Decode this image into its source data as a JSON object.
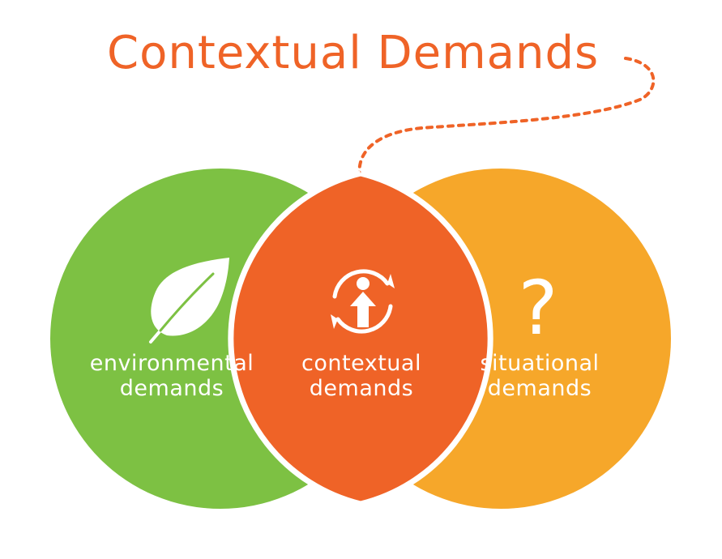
{
  "title": "Contextual Demands",
  "sets": [
    {
      "id": "environmental",
      "label_lines": [
        "environmental",
        "demands"
      ],
      "icon": "leaf-icon",
      "color": "#7dc143"
    },
    {
      "id": "contextual",
      "label_lines": [
        "contextual",
        "demands"
      ],
      "icon": "person-cycle-icon",
      "color": "#ef6327"
    },
    {
      "id": "situational",
      "label_lines": [
        "situational",
        "demands"
      ],
      "icon": "question-mark-icon",
      "icon_text": "?",
      "color": "#f6a72a"
    }
  ],
  "colors": {
    "title": "#ef6327",
    "connector": "#ef6327",
    "label_text": "#ffffff",
    "divider": "#ffffff"
  }
}
